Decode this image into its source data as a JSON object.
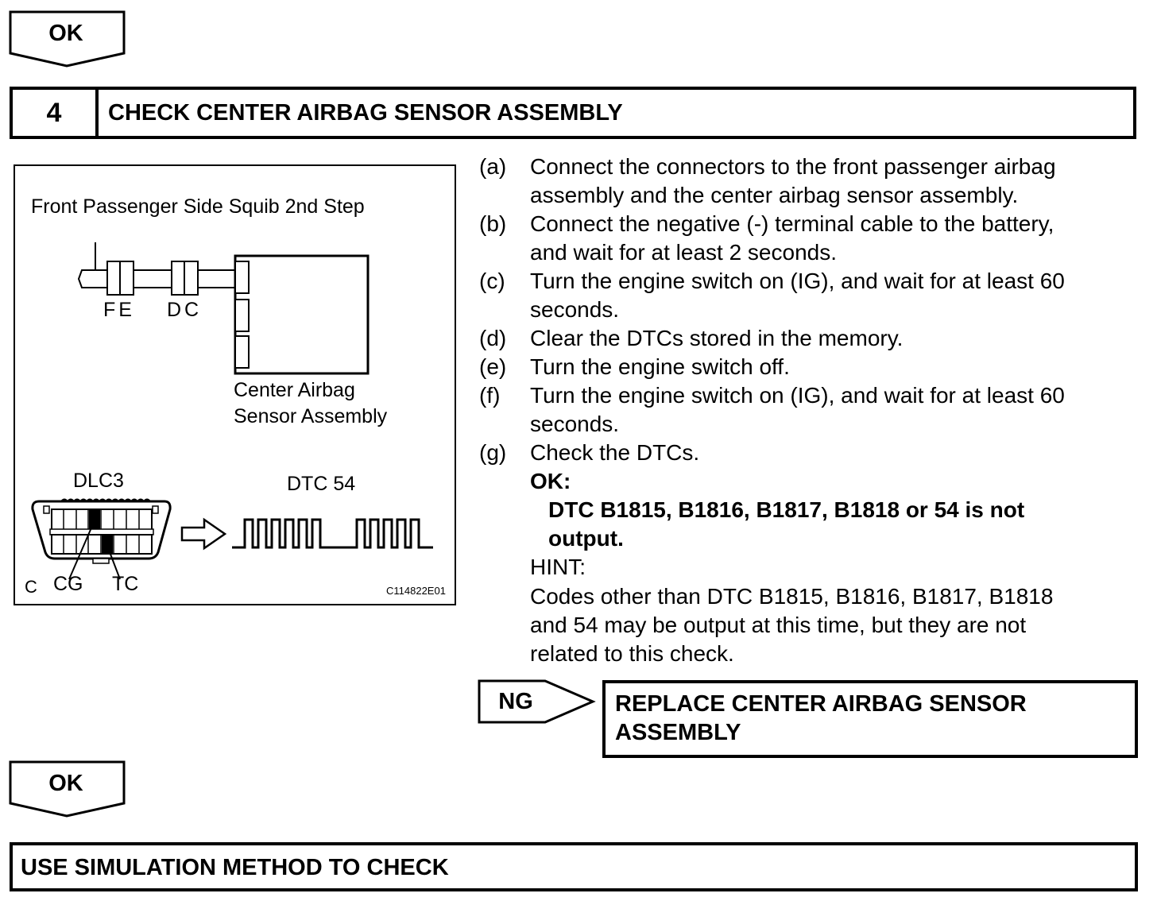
{
  "top_ok": {
    "label": "OK"
  },
  "step": {
    "number": "4",
    "title": "CHECK CENTER AIRBAG SENSOR ASSEMBLY"
  },
  "figure": {
    "title": "Front Passenger Side Squib 2nd Step",
    "connector_fe": "FE",
    "connector_dc": "DC",
    "sensor_label_line1": "Center Airbag",
    "sensor_label_line2": "Sensor Assembly",
    "dlc_label": "DLC3",
    "dtc_label": "DTC 54",
    "terminal_c": "C",
    "terminal_cg": "CG",
    "terminal_tc": "TC",
    "figure_id": "C114822E01"
  },
  "procedure": [
    {
      "label": "(a)",
      "lines": [
        "Connect the connectors to the front passenger airbag",
        "assembly and the center airbag sensor assembly."
      ]
    },
    {
      "label": "(b)",
      "lines": [
        "Connect the negative (-) terminal cable to the battery,",
        "and wait for at least 2 seconds."
      ]
    },
    {
      "label": "(c)",
      "lines": [
        "Turn the engine switch on (IG), and wait for at least 60",
        "seconds."
      ]
    },
    {
      "label": "(d)",
      "lines": [
        "Clear the DTCs stored in the memory."
      ]
    },
    {
      "label": "(e)",
      "lines": [
        "Turn the engine switch off."
      ]
    },
    {
      "label": "(f)",
      "lines": [
        "Turn the engine switch on (IG), and wait for at least 60",
        "seconds."
      ]
    },
    {
      "label": "(g)",
      "lines": [
        "Check the DTCs."
      ]
    }
  ],
  "spec": {
    "ok_label": "OK:",
    "ok_line1": "DTC B1815, B1816, B1817, B1818 or 54 is not",
    "ok_line2": "output.",
    "hint_label": "HINT:",
    "hint_line1": "Codes other than DTC B1815, B1816, B1817, B1818",
    "hint_line2": "and 54 may be output at this time, but they are not",
    "hint_line3": "related to this check."
  },
  "ng": {
    "label": "NG",
    "action_line1": "REPLACE CENTER AIRBAG SENSOR",
    "action_line2": "ASSEMBLY"
  },
  "bottom_ok": {
    "label": "OK"
  },
  "final_step": {
    "title": "USE SIMULATION METHOD TO CHECK"
  }
}
